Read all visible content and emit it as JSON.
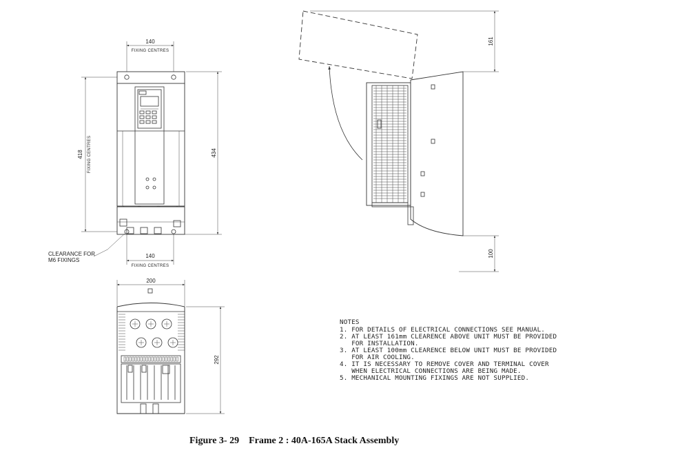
{
  "front_view": {
    "top_dim": "140",
    "top_dim_label": "FIXING CENTRES",
    "left_dim": "418",
    "left_dim_label": "FIXING CENTRES",
    "right_dim": "434",
    "bottom_dim": "140",
    "bottom_dim_label": "FIXING CENTRES",
    "clearance_line1": "CLEARANCE FOR",
    "clearance_line2": "M6 FIXINGS"
  },
  "side_view": {
    "top_clearance": "161",
    "bottom_clearance": "100"
  },
  "bottom_view": {
    "width_dim": "200",
    "height_dim": "292"
  },
  "notes": {
    "heading": "NOTES",
    "lines": [
      "1. FOR DETAILS OF ELECTRICAL CONNECTIONS SEE MANUAL.",
      "2. AT LEAST 161mm CLEARENCE ABOVE UNIT MUST BE PROVIDED",
      "   FOR INSTALLATION.",
      "3. AT LEAST 100mm CLEARENCE BELOW UNIT MUST BE PROVIDED",
      "   FOR AIR COOLING.",
      "4. IT IS NECESSARY TO REMOVE COVER AND TERMINAL COVER",
      "   WHEN ELECTRICAL CONNECTIONS ARE BEING MADE.",
      "5. MECHANICAL MOUNTING FIXINGS ARE NOT SUPPLIED."
    ]
  },
  "caption": "Figure 3- 29    Frame 2 : 40A-165A Stack Assembly"
}
